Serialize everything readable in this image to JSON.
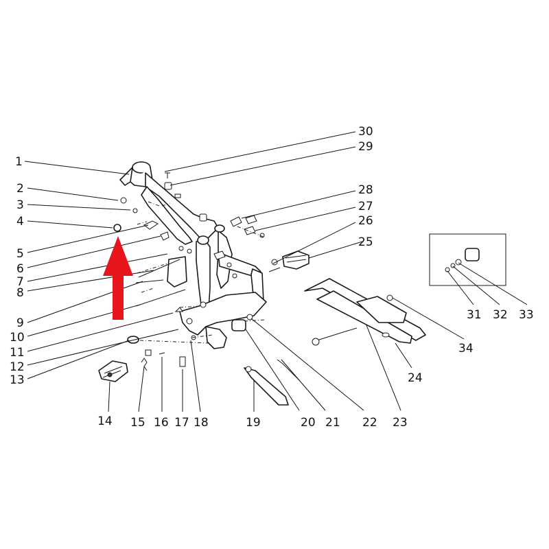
{
  "diagram": {
    "callouts": [
      {
        "id": "1",
        "label": "1"
      },
      {
        "id": "2",
        "label": "2"
      },
      {
        "id": "3",
        "label": "3"
      },
      {
        "id": "4",
        "label": "4"
      },
      {
        "id": "5",
        "label": "5"
      },
      {
        "id": "6",
        "label": "6"
      },
      {
        "id": "7",
        "label": "7"
      },
      {
        "id": "8",
        "label": "8"
      },
      {
        "id": "9",
        "label": "9"
      },
      {
        "id": "10",
        "label": "10"
      },
      {
        "id": "11",
        "label": "11"
      },
      {
        "id": "12",
        "label": "12"
      },
      {
        "id": "13",
        "label": "13"
      },
      {
        "id": "14",
        "label": "14"
      },
      {
        "id": "15",
        "label": "15"
      },
      {
        "id": "16",
        "label": "16"
      },
      {
        "id": "17",
        "label": "17"
      },
      {
        "id": "18",
        "label": "18"
      },
      {
        "id": "19",
        "label": "19"
      },
      {
        "id": "20",
        "label": "20"
      },
      {
        "id": "21",
        "label": "21"
      },
      {
        "id": "22",
        "label": "22"
      },
      {
        "id": "23",
        "label": "23"
      },
      {
        "id": "24",
        "label": "24"
      },
      {
        "id": "25",
        "label": "25"
      },
      {
        "id": "26",
        "label": "26"
      },
      {
        "id": "27",
        "label": "27"
      },
      {
        "id": "28",
        "label": "28"
      },
      {
        "id": "29",
        "label": "29"
      },
      {
        "id": "30",
        "label": "30"
      },
      {
        "id": "31",
        "label": "31"
      },
      {
        "id": "32",
        "label": "32"
      },
      {
        "id": "33",
        "label": "33"
      },
      {
        "id": "34",
        "label": "34"
      }
    ],
    "highlight_arrow_color": "#e8141c",
    "highlighted_part": "4"
  }
}
